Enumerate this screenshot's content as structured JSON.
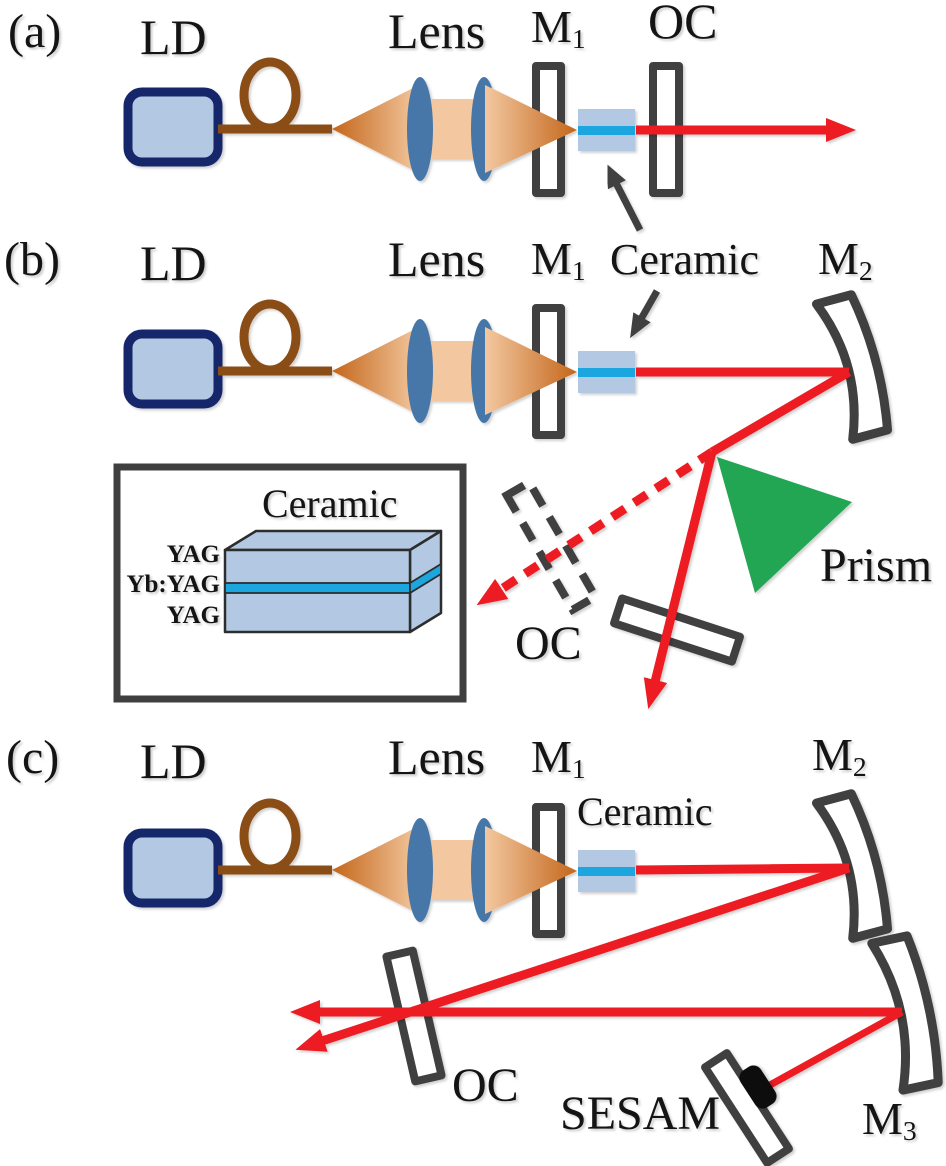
{
  "colors": {
    "beam_red": "#ed1c24",
    "outline_gray": "#3f3f3f",
    "ld_border": "#16256b",
    "light_blue_fill": "#b3c9e3",
    "ceramic_stripe": "#1ca6e0",
    "fiber_brown": "#8a4e19",
    "lens_blue": "#4677a8",
    "pump_dark": "#c4661a",
    "pump_light": "#f3c8a0",
    "prism_green": "#21a653",
    "absorber_black": "#111111"
  },
  "panel_a": {
    "tag": "(a)",
    "ld": "LD",
    "lens": "Lens",
    "m1_base": "M",
    "m1_sub": "1",
    "oc": "OC"
  },
  "ceramic_pointer_label": "Ceramic",
  "panel_b": {
    "tag": "(b)",
    "ld": "LD",
    "lens": "Lens",
    "m1_base": "M",
    "m1_sub": "1",
    "m2_base": "M",
    "m2_sub": "2",
    "prism": "Prism",
    "oc": "OC"
  },
  "inset": {
    "title": "Ceramic",
    "layers": [
      "YAG",
      "Yb:YAG",
      "YAG"
    ]
  },
  "panel_c": {
    "tag": "(c)",
    "ld": "LD",
    "lens": "Lens",
    "m1_base": "M",
    "m1_sub": "1",
    "ceramic": "Ceramic",
    "m2_base": "M",
    "m2_sub": "2",
    "m3_base": "M",
    "m3_sub": "3",
    "oc": "OC",
    "sesam": "SESAM"
  }
}
